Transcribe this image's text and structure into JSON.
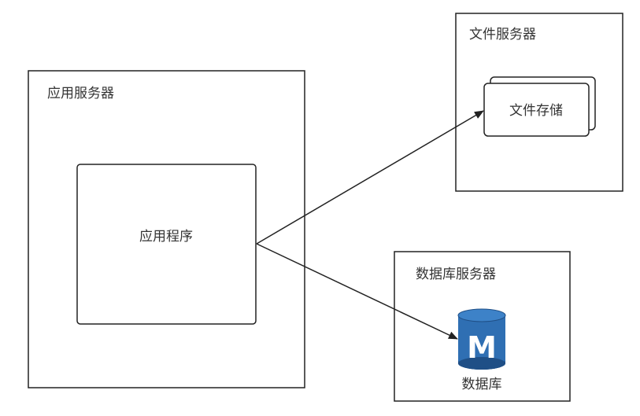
{
  "diagram": {
    "app_server": {
      "title": "应用服务器",
      "component_label": "应用程序"
    },
    "file_server": {
      "title": "文件服务器",
      "component_label": "文件存储"
    },
    "db_server": {
      "title": "数据库服务器",
      "component_label": "数据库",
      "icon_letter": "M"
    },
    "colors": {
      "stroke": "#222222",
      "db_icon_blue": "#2f6fb3",
      "db_icon_dark": "#1f4f86",
      "db_icon_top": "#3d82c8"
    },
    "connections": [
      {
        "from": "应用程序",
        "to": "文件存储"
      },
      {
        "from": "应用程序",
        "to": "数据库"
      }
    ]
  }
}
